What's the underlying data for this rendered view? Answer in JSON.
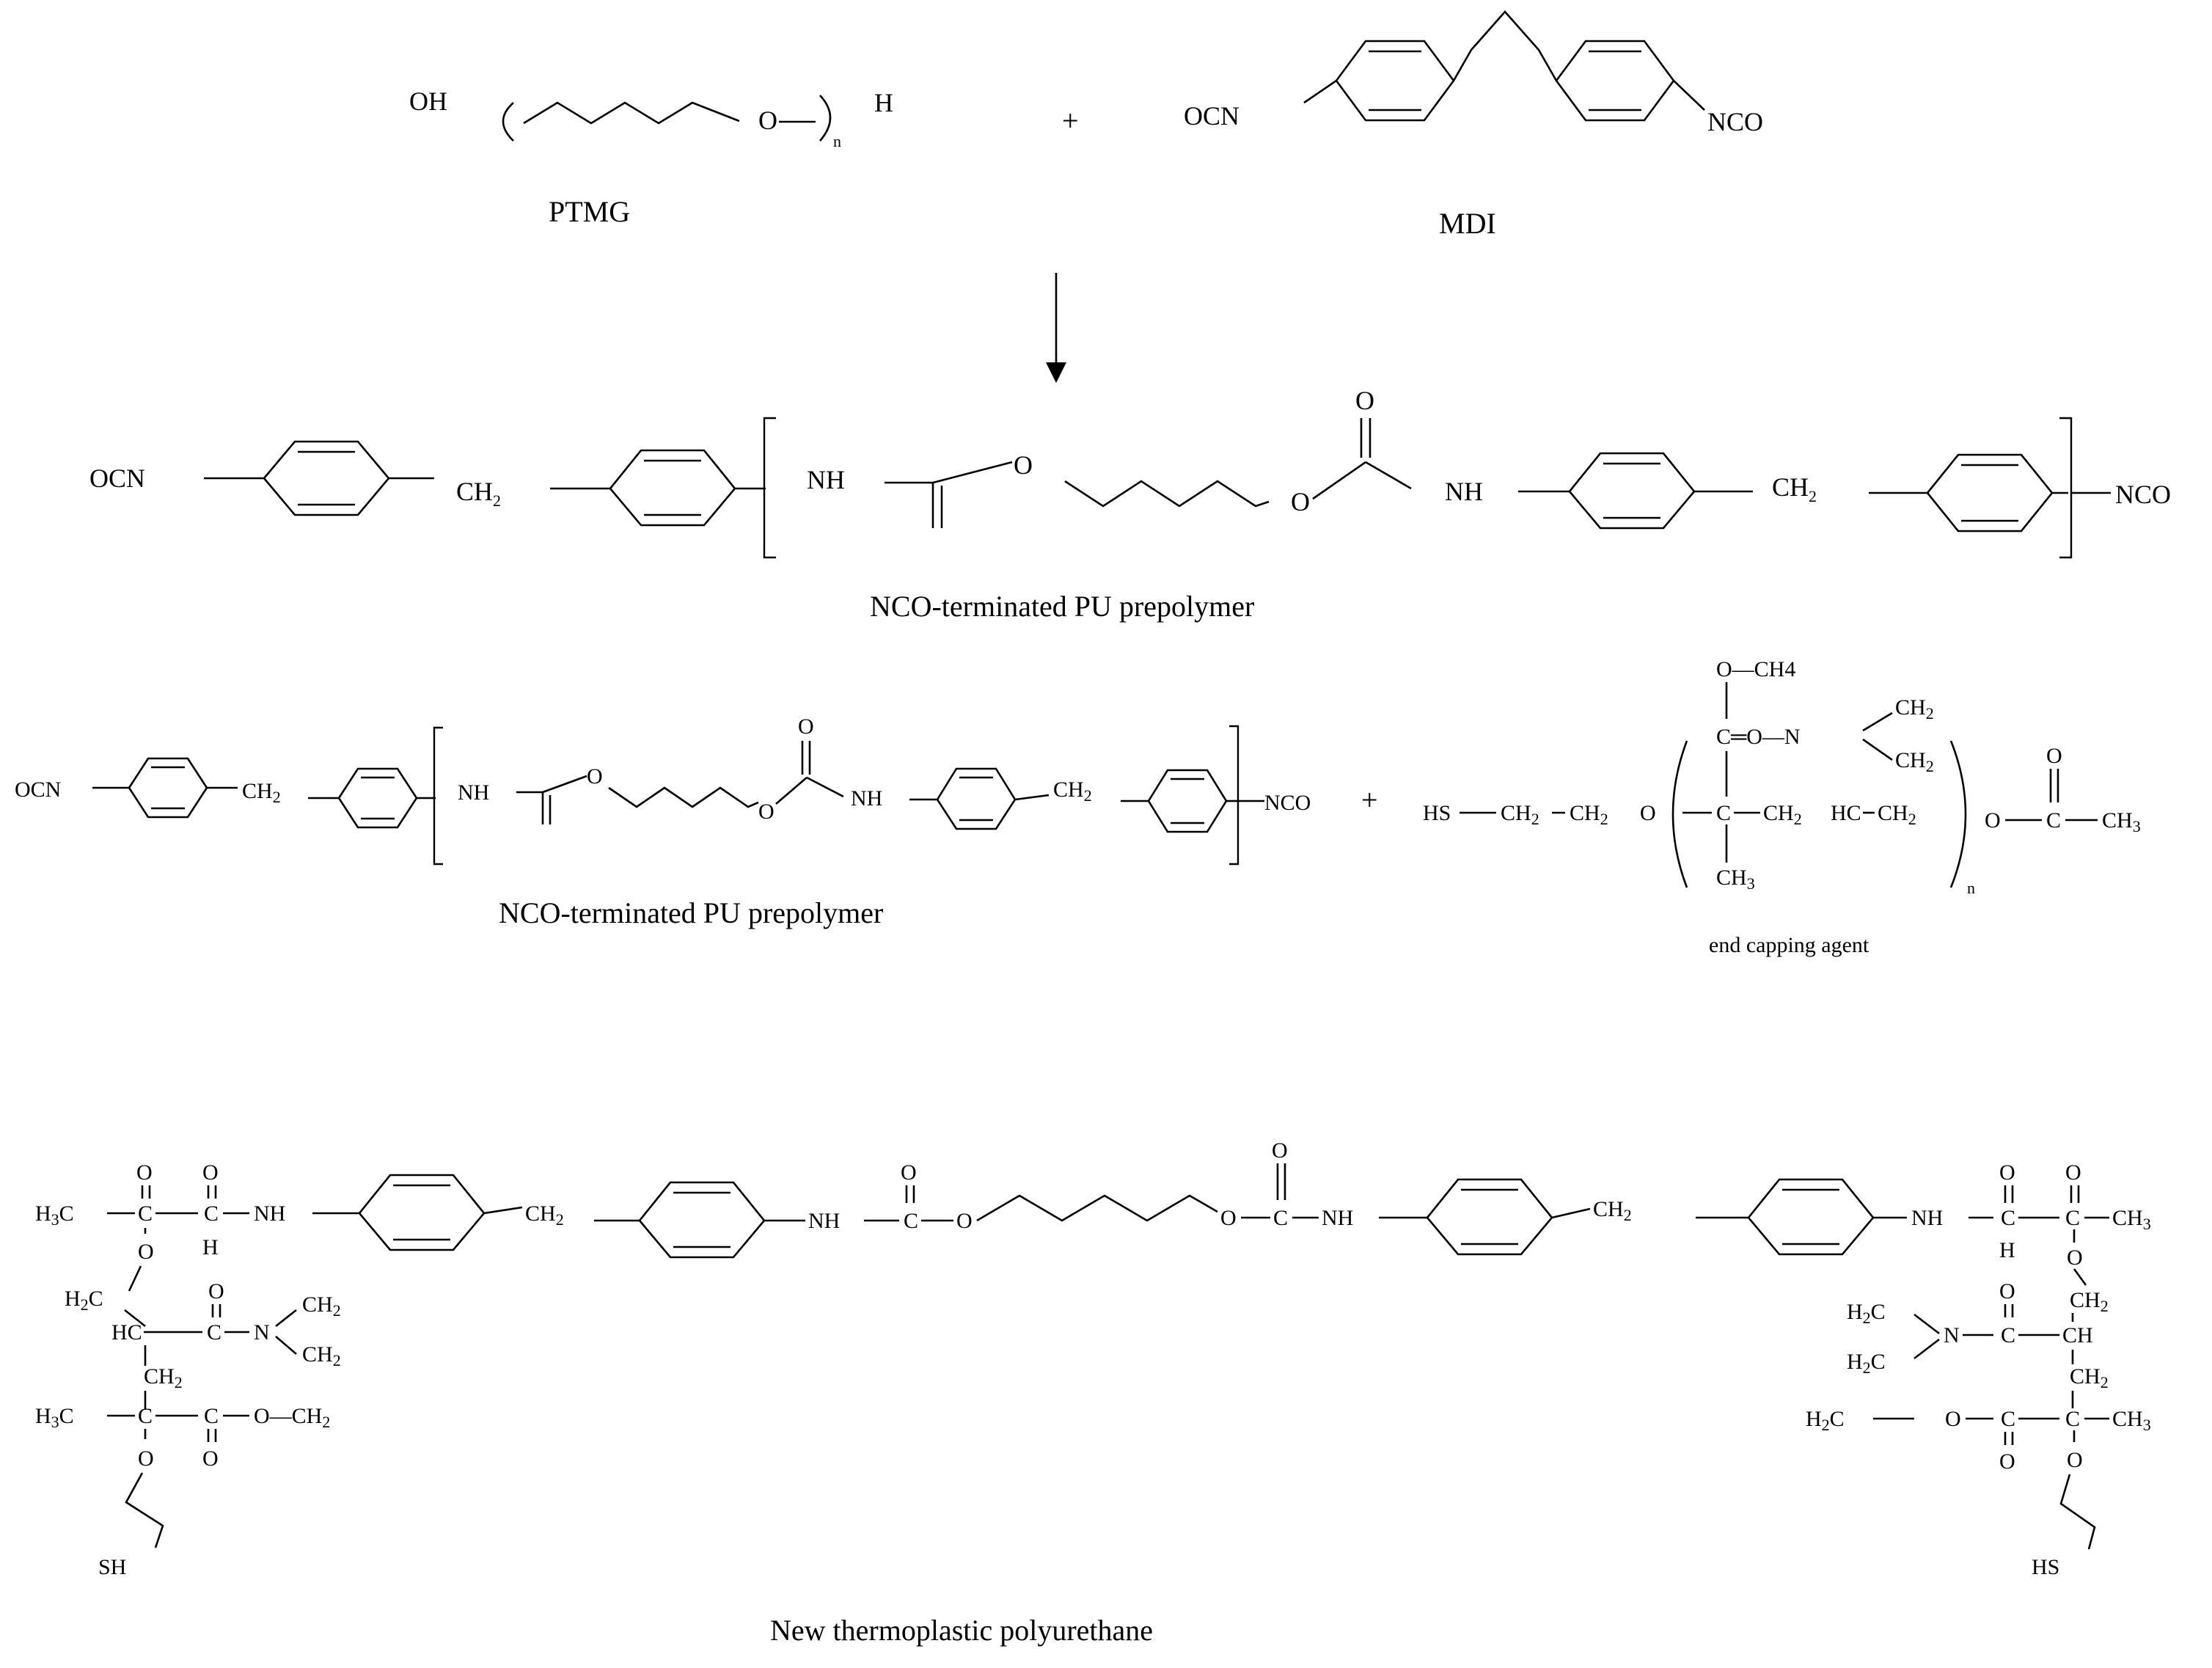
{
  "reaction1": {
    "ptmg": {
      "oh": "OH",
      "o": "O",
      "n": "n",
      "h": "H",
      "label": "PTMG"
    },
    "plus": "+",
    "mdi": {
      "ocn": "OCN",
      "nco": "NCO",
      "label": "MDI"
    }
  },
  "prepolymer1": {
    "ocn": "OCN",
    "ch2_a": "CH",
    "ch2_a_sub": "2",
    "nh_a": "NH",
    "o_a": "O",
    "o_carbonyl": "O",
    "o_b": "O",
    "nh_b": "NH",
    "ch2_b": "CH",
    "ch2_b_sub": "2",
    "nco": "NCO",
    "label": "NCO-terminated PU prepolymer"
  },
  "reaction2": {
    "prepolymer": {
      "ocn": "OCN",
      "ch2_a": "CH",
      "ch2_a_sub": "2",
      "nh_a": "NH",
      "o_a": "O",
      "o_carbonyl": "O",
      "o_b": "O",
      "nh_b": "NH",
      "ch2_b": "CH",
      "ch2_b_sub": "2",
      "nco": "NCO",
      "label": "NCO-terminated PU prepolymer"
    },
    "plus": "+",
    "capping_agent": {
      "och4": "O—CH4",
      "c_eq_o": "C═O—N",
      "ch2_top": "CH",
      "ch2_top_sub": "2",
      "ch2_bot": "CH",
      "ch2_bot_sub": "2",
      "hs": "HS",
      "ch2_1": "CH",
      "ch2_1_sub": "2",
      "ch2_2": "CH",
      "ch2_2_sub": "2",
      "o_1": "O",
      "c_center": "C",
      "ch2_3": "CH",
      "ch2_3_sub": "2",
      "hc": "HC",
      "ch2_4": "CH",
      "ch2_4_sub": "2",
      "o_2": "O",
      "c_acetyl": "C",
      "ch3_acetyl": "CH",
      "ch3_acetyl_sub": "3",
      "o_acetyl": "O",
      "ch3_bot": "CH",
      "ch3_bot_sub": "3",
      "n": "n",
      "label": "end capping agent"
    }
  },
  "product": {
    "left": {
      "h3c": "H",
      "h3c_sub": "3",
      "h3c_c": "C",
      "c1": "C",
      "c2": "C",
      "h": "H",
      "o1": "O",
      "o2": "O",
      "nh": "NH",
      "o_ether": "O",
      "h2c": "H",
      "h2c_sub": "2",
      "h2c_c": "C",
      "hc": "HC",
      "c_amide": "C",
      "o_amide": "O",
      "n": "N",
      "ch2_n1": "CH",
      "ch2_n1_sub": "2",
      "ch2_n2": "CH",
      "ch2_n2_sub": "2",
      "ch2": "CH",
      "ch2_sub": "2",
      "h3c2": "H",
      "h3c2_sub": "3",
      "h3c2_c": "C",
      "c3": "C",
      "c4": "C",
      "o_ester": "O",
      "och2": "O—CH",
      "och2_sub": "2",
      "o_ester_c": "O",
      "o_bottom": "O",
      "sh": "SH"
    },
    "chain": {
      "ch2_a": "CH",
      "ch2_a_sub": "2",
      "nh_a": "NH",
      "c_a": "C",
      "o_a": "O",
      "oc_a": "O",
      "c_b": "C",
      "oc_b": "O",
      "nh_b": "NH",
      "ch2_b": "CH",
      "ch2_b_sub": "2",
      "o_b": "O"
    },
    "right": {
      "nh": "NH",
      "c1": "C",
      "c2": "C",
      "h": "H",
      "o1": "O",
      "o2": "O",
      "ch3": "CH",
      "ch3_sub": "3",
      "o_ether": "O",
      "ch2_top": "CH",
      "ch2_top_sub": "2",
      "h2c_n1": "H",
      "h2c_n1_sub": "2",
      "h2c_n1_c": "C",
      "n": "N",
      "c_amide": "C",
      "o_amide": "O",
      "ch": "CH",
      "h2c_n2": "H",
      "h2c_n2_sub": "2",
      "h2c_n2_c": "C",
      "ch2_mid": "CH",
      "ch2_mid_sub": "2",
      "h2c_end": "H",
      "h2c_end_sub": "2",
      "h2c_end_c": "C",
      "o_ester": "O",
      "c3": "C",
      "c4": "C",
      "ch3_b": "CH",
      "ch3_b_sub": "3",
      "o_ester_c": "O",
      "o_bottom": "O",
      "hs": "HS"
    },
    "label": "New thermoplastic polyurethane"
  }
}
